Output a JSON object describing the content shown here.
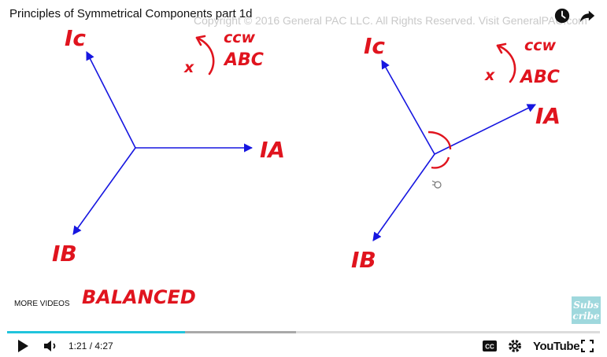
{
  "video": {
    "title": "Principles of Symmetrical Components part 1d",
    "watermark": "Copyright © 2016 General PAC LLC. All Rights Reserved. Visit GeneralPAC.com"
  },
  "top_actions": [
    "clock-icon",
    "share-icon"
  ],
  "whiteboard": {
    "left_diagram": {
      "ic_label": "Ic",
      "ia_label": "IA",
      "ib_label": "IB",
      "ccw_label": "ccw",
      "x_label": "x",
      "abc_label": "ABC",
      "status_label": "BALANCED"
    },
    "right_diagram": {
      "ic_label": "Ic",
      "ia_label": "IA",
      "ib_label": "IB",
      "ccw_label": "ccw",
      "x_label": "x",
      "abc_label": "ABC"
    },
    "colors": {
      "ink_red": "#e0141e",
      "ink_blue": "#1616e0"
    }
  },
  "overlay": {
    "more_videos": "MORE VIDEOS",
    "subscribe_line1": "Subs",
    "subscribe_line2": "cribe"
  },
  "player": {
    "progress_played_fraction": 0.3,
    "progress_buffered_fraction": 0.487,
    "current_time": "1:21",
    "separator": " / ",
    "duration": "4:27",
    "brand": "YouTube",
    "accent_color": "#21c4dc"
  }
}
